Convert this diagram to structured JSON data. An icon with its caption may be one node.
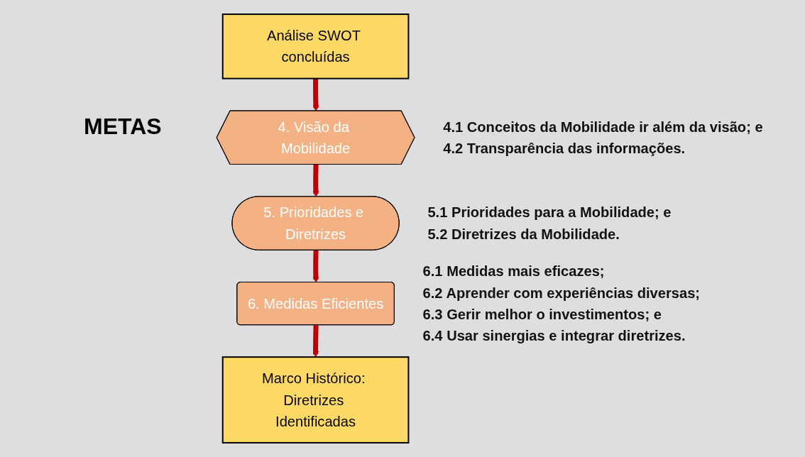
{
  "diagram": {
    "title": "METAS",
    "nodes": [
      {
        "text": [
          "Análise SWOT concluídas"
        ]
      },
      {
        "text": [
          "4. Visão da Mobilidade"
        ],
        "beside": [
          "4.1 Conceitos da Mobilidade ir além da visão; e",
          "4.2 Transparência das informações."
        ]
      },
      {
        "text": [
          "5. Prioridades e Diretrizes"
        ],
        "beside": [
          "5.1 Prioridades para a Mobilidade; e",
          "5.2 Diretrizes da Mobilidade."
        ]
      },
      {
        "text": [
          "6. Medidas Eficientes"
        ],
        "beside": [
          "6.1 Medidas mais eficazes;",
          "6.2 Aprender com experiências diversas;",
          "6.3 Gerir melhor o investimentos; e",
          "6.4 Usar sinergias e integrar diretrizes."
        ]
      },
      {
        "text": [
          "Marco Histórico: Diretrizes Identificadas"
        ]
      }
    ],
    "edges": [
      {
        "from": 0,
        "to": 1,
        "arrow": "to"
      },
      {
        "from": 1,
        "to": 2,
        "arrow": "to"
      },
      {
        "from": 2,
        "to": 3,
        "arrow": "to"
      },
      {
        "from": 3,
        "to": 4,
        "arrow": "to"
      }
    ]
  }
}
